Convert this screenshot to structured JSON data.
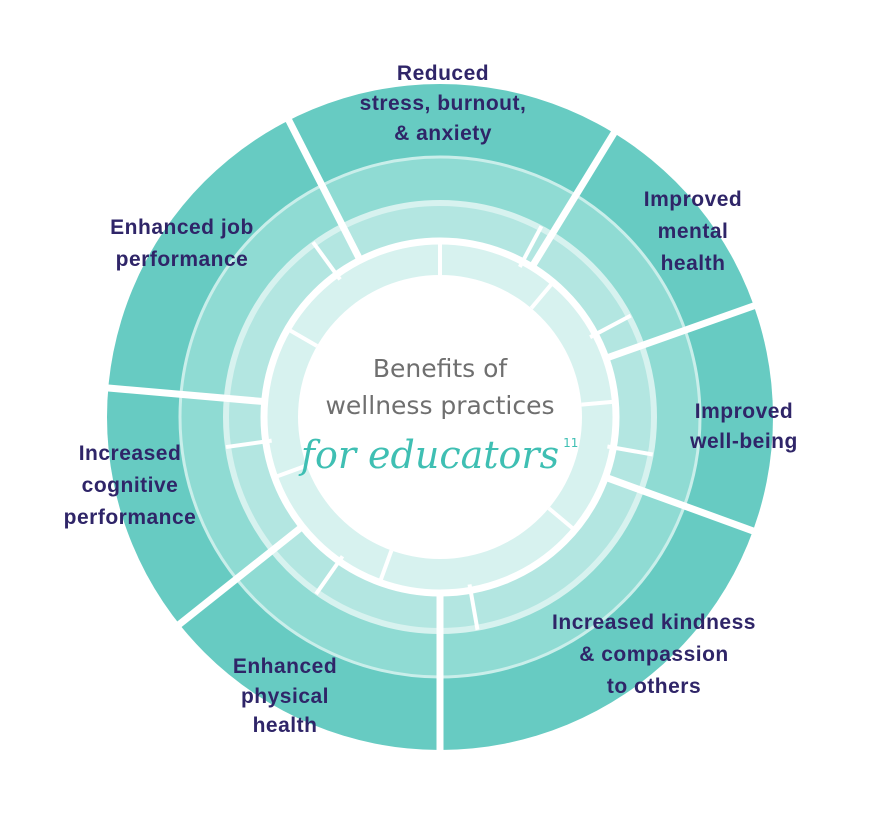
{
  "colors": {
    "band_outer": "#67cbc2",
    "band_2": "#8fdbd3",
    "band_3": "#b3e6e1",
    "band_4": "#d7f2ef",
    "label_text": "#2f2568",
    "center_text": "#6f6f6f",
    "accent": "#3fbfb3"
  },
  "center": {
    "line1": "Benefits of",
    "line2": "wellness practices",
    "line3": "for educators",
    "superscript": "11"
  },
  "segments": [
    {
      "lines": [
        "Reduced",
        "stress, burnout,",
        "& anxiety"
      ]
    },
    {
      "lines": [
        "Improved",
        "mental",
        "health"
      ]
    },
    {
      "lines": [
        "Improved",
        "well-being"
      ]
    },
    {
      "lines": [
        "Increased kindness",
        "& compassion",
        "to others"
      ]
    },
    {
      "lines": [
        "Enhanced",
        "physical",
        "health"
      ]
    },
    {
      "lines": [
        "Increased",
        "cognitive",
        "performance"
      ]
    },
    {
      "lines": [
        "Enhanced job",
        "performance"
      ]
    }
  ]
}
